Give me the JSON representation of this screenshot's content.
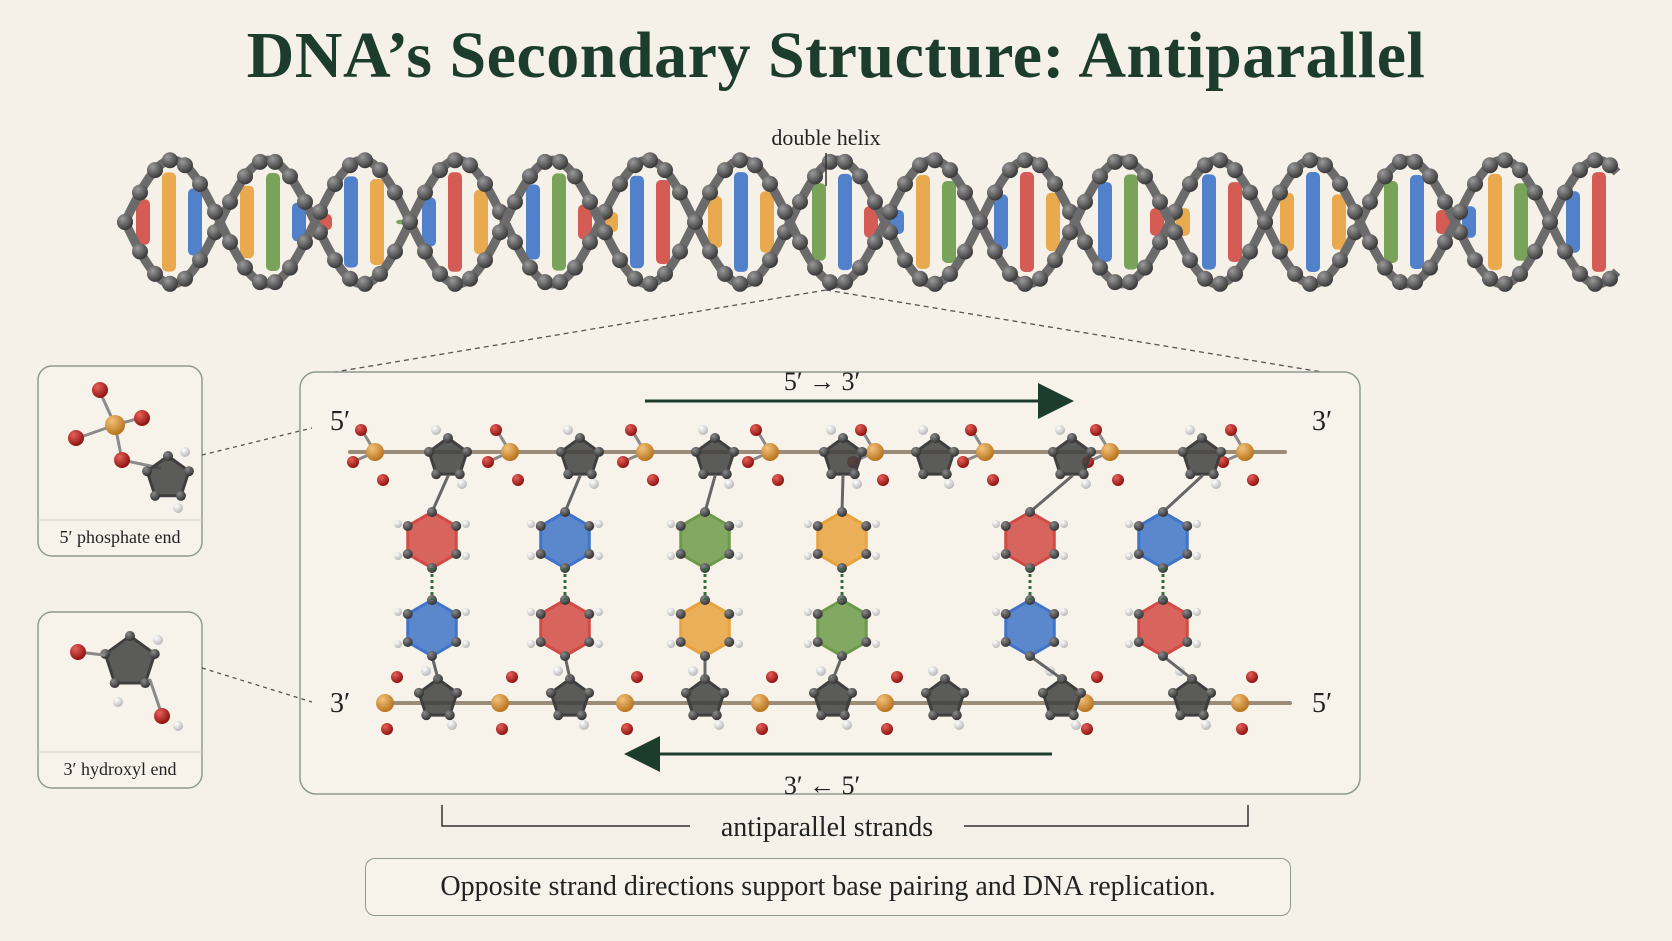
{
  "title": "DNA’s Secondary Structure: Antiparallel",
  "labels": {
    "double_helix": "double helix",
    "top_direction": "5′ → 3′",
    "bottom_direction": "3′ ← 5′",
    "top_left_end": "5′",
    "top_right_end": "3′",
    "bottom_left_end": "3′",
    "bottom_right_end": "5′",
    "phosphate_end": "5′ phosphate end",
    "hydroxyl_end": "3′ hydroxyl end",
    "antiparallel_strands": "antiparallel strands",
    "footer": "Opposite strand directions support base pairing and DNA replication."
  },
  "colors": {
    "red_base": "#d24a45",
    "blue_base": "#3f74c8",
    "green_base": "#6d9a4a",
    "orange_base": "#e8a23e",
    "sugar": "#555555",
    "phosphate": "#d9973f",
    "oxygen": "#b8201c",
    "hydrogen": "#e3e3e3",
    "title": "#1d3d2c",
    "arrow": "#1d3d2c"
  },
  "base_pairs": [
    {
      "top": "red",
      "bottom": "blue"
    },
    {
      "top": "blue",
      "bottom": "red"
    },
    {
      "top": "green",
      "bottom": "orange"
    },
    {
      "top": "orange",
      "bottom": "green"
    },
    {
      "top": "red",
      "bottom": "blue"
    },
    {
      "top": "blue",
      "bottom": "red"
    }
  ]
}
